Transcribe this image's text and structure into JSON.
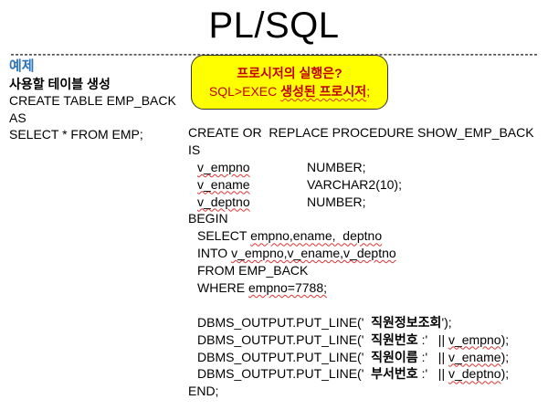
{
  "slide": {
    "title": "PL/SQL"
  },
  "example": {
    "label": "예제",
    "subtitle": "사용할 테이블 생성",
    "lines": [
      "CREATE TABLE  EMP_BACK",
      "AS",
      "SELECT * FROM EMP;"
    ]
  },
  "callout": {
    "line1": "프로시저의 실행은?",
    "line2_prefix": "SQL>EXEC ",
    "line2_bold": "생성된 프로시저",
    "line2_suffix": ";"
  },
  "code": {
    "header": "CREATE OR  REPLACE PROCEDURE SHOW_EMP_BACK",
    "is": "IS",
    "decls": [
      {
        "name": "v_empno",
        "type": "NUMBER;"
      },
      {
        "name": "v_ename",
        "type": "VARCHAR2(10);"
      },
      {
        "name": "v_deptno",
        "type": "NUMBER;"
      }
    ],
    "begin": "BEGIN",
    "select": {
      "kw": "SELECT ",
      "cols": "empno,ename,  deptno"
    },
    "into": {
      "kw": "INTO ",
      "vars": "v_empno,v_ename,v_deptno"
    },
    "from": "FROM EMP_BACK",
    "where": {
      "kw": "WHERE ",
      "cond": "empno=7788;"
    },
    "puts": [
      {
        "call": "DBMS_OUTPUT.PUT_LINE('  ",
        "text": "직원정보조회",
        "mid": "');",
        "var": "",
        "end": ""
      },
      {
        "call": "DBMS_OUTPUT.PUT_LINE('  ",
        "text": "직원번호",
        "mid": " :'   || ",
        "var": "v_empno",
        "end": ");"
      },
      {
        "call": "DBMS_OUTPUT.PUT_LINE('  ",
        "text": "직원이름",
        "mid": " :'   || ",
        "var": "v_ename",
        "end": ");"
      },
      {
        "call": "DBMS_OUTPUT.PUT_LINE('  ",
        "text": "부서번호",
        "mid": " :'   || ",
        "var": "v_deptno",
        "end": ");"
      }
    ],
    "end": "END;"
  }
}
